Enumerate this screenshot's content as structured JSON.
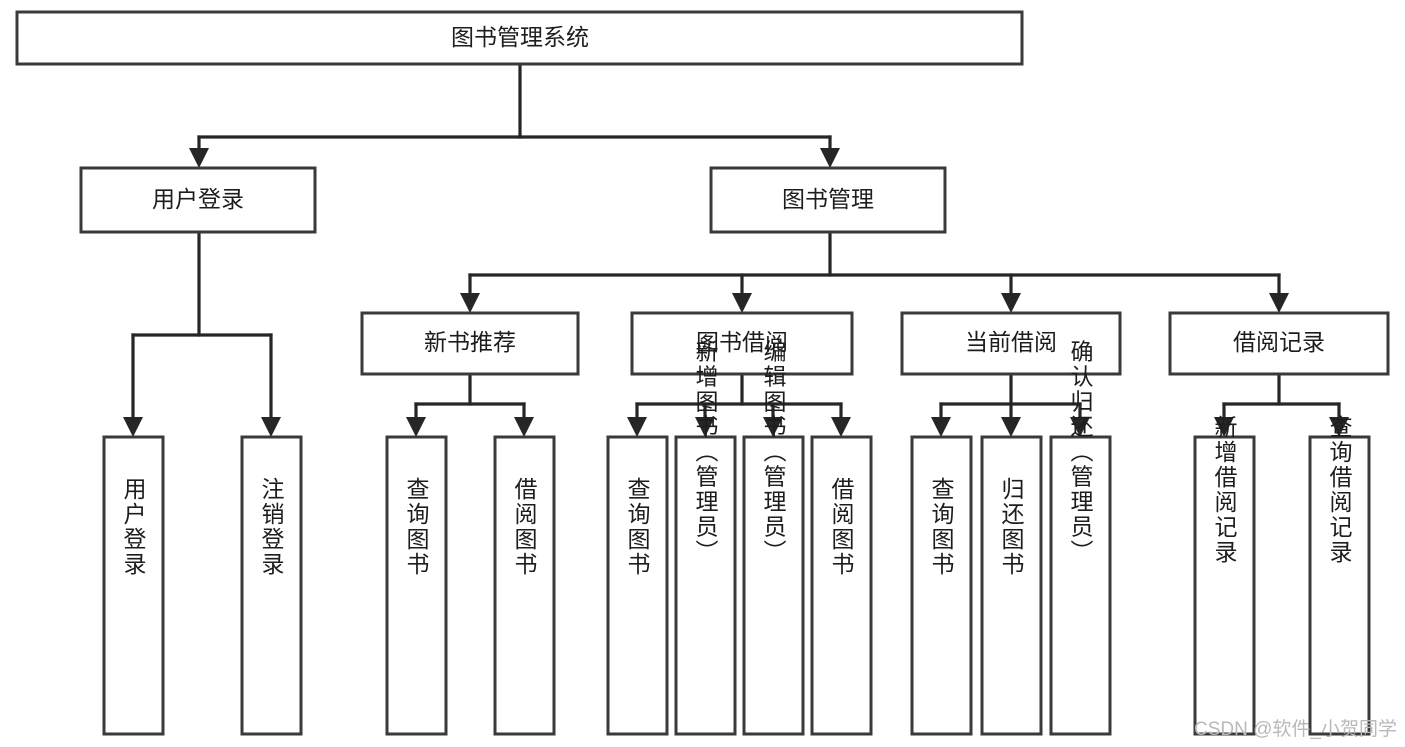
{
  "diagram": {
    "type": "tree-hierarchy",
    "title": "图书管理系统",
    "watermark": "CSDN @软件_小贺同学",
    "colors": {
      "box_stroke": "#3a3a3a",
      "connector": "#262626",
      "background": "#ffffff",
      "text": "#1d1d1d",
      "watermark": "#b9b9b9"
    },
    "levels": {
      "root": {
        "label": "图书管理系统"
      },
      "level2": [
        {
          "label": "用户登录"
        },
        {
          "label": "图书管理"
        }
      ],
      "level3": [
        {
          "label": "新书推荐"
        },
        {
          "label": "图书借阅"
        },
        {
          "label": "当前借阅"
        },
        {
          "label": "借阅记录"
        }
      ],
      "leaves": {
        "user_login": [
          {
            "label": "用户登录"
          },
          {
            "label": "注销登录"
          }
        ],
        "new_book_recommend": [
          {
            "label": "查询图书"
          },
          {
            "label": "借阅图书"
          }
        ],
        "book_borrow": [
          {
            "label": "查询图书"
          },
          {
            "label": "新增图书（管理员）"
          },
          {
            "label": "编辑图书（管理员）"
          },
          {
            "label": "借阅图书"
          }
        ],
        "current_borrow": [
          {
            "label": "查询图书"
          },
          {
            "label": "归还图书"
          },
          {
            "label": "确认归还（管理员）"
          }
        ],
        "borrow_record": [
          {
            "label": "新增借阅记录"
          },
          {
            "label": "查询借阅记录"
          }
        ]
      }
    }
  }
}
